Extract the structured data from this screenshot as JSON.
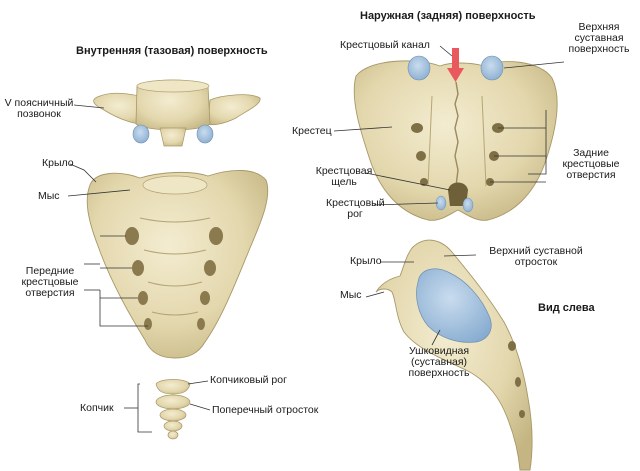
{
  "headings": {
    "inner": "Внутренняя (тазовая) поверхность",
    "outer": "Наружная (задняя) поверхность",
    "side": "Вид слева"
  },
  "labels": {
    "l5": "V поясничный\nпозвонок",
    "wing_left": "Крыло",
    "promontory_left": "Мыс",
    "anterior_foramina": "Передние\nкрестцовые\nотверстия",
    "coccyx": "Копчик",
    "coccygeal_horn": "Копчиковый рог",
    "transverse_process": "Поперечный отросток",
    "sacral_canal": "Крестцовый канал",
    "upper_articular": "Верхняя\nсуставная\nповерхность",
    "sacrum": "Крестец",
    "posterior_foramina": "Задние\nкрестцовые\nотверстия",
    "sacral_hiatus": "Крестцовая\nщель",
    "sacral_horn": "Крестцовый\nрог",
    "wing_side": "Крыло",
    "upper_articular_process": "Верхний суставной\nотросток",
    "promontory_side": "Мыс",
    "auricular": "Ушковидная\n(суставная)\nповерхность"
  },
  "colors": {
    "bone": "#e6dcb6",
    "bone_shadow": "#c9bb88",
    "bone_dark": "#a89868",
    "cartilage": "#a9c7e2",
    "arrow": "#e8585c",
    "line": "#333333"
  }
}
